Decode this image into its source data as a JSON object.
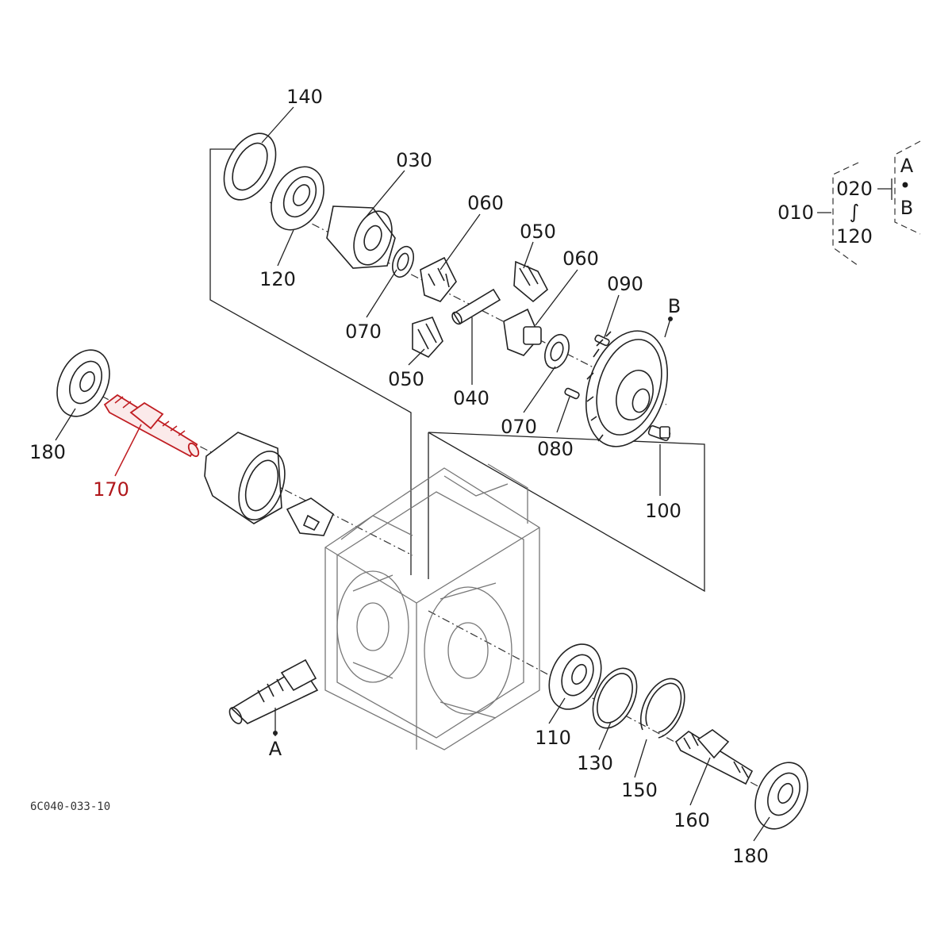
{
  "drawing_code": "6C040-033-10",
  "callouts": {
    "p140": "140",
    "p030": "030",
    "p060a": "060",
    "p050a": "050",
    "p060b": "060",
    "p090": "090",
    "pB": "B",
    "p120": "120",
    "p070a": "070",
    "p050b": "050",
    "p040": "040",
    "p070b": "070",
    "p080": "080",
    "p100": "100",
    "p180a": "180",
    "p170": "170",
    "p110": "110",
    "p130": "130",
    "p150": "150",
    "p160": "160",
    "p180b": "180",
    "pA": "A"
  },
  "legend": {
    "assy": "010",
    "from": "020",
    "range_mark": "∫",
    "to": "120",
    "ref_a": "A",
    "dot": "•",
    "ref_b": "B"
  },
  "colors": {
    "highlight": "#c01d22",
    "ink": "#222222"
  }
}
